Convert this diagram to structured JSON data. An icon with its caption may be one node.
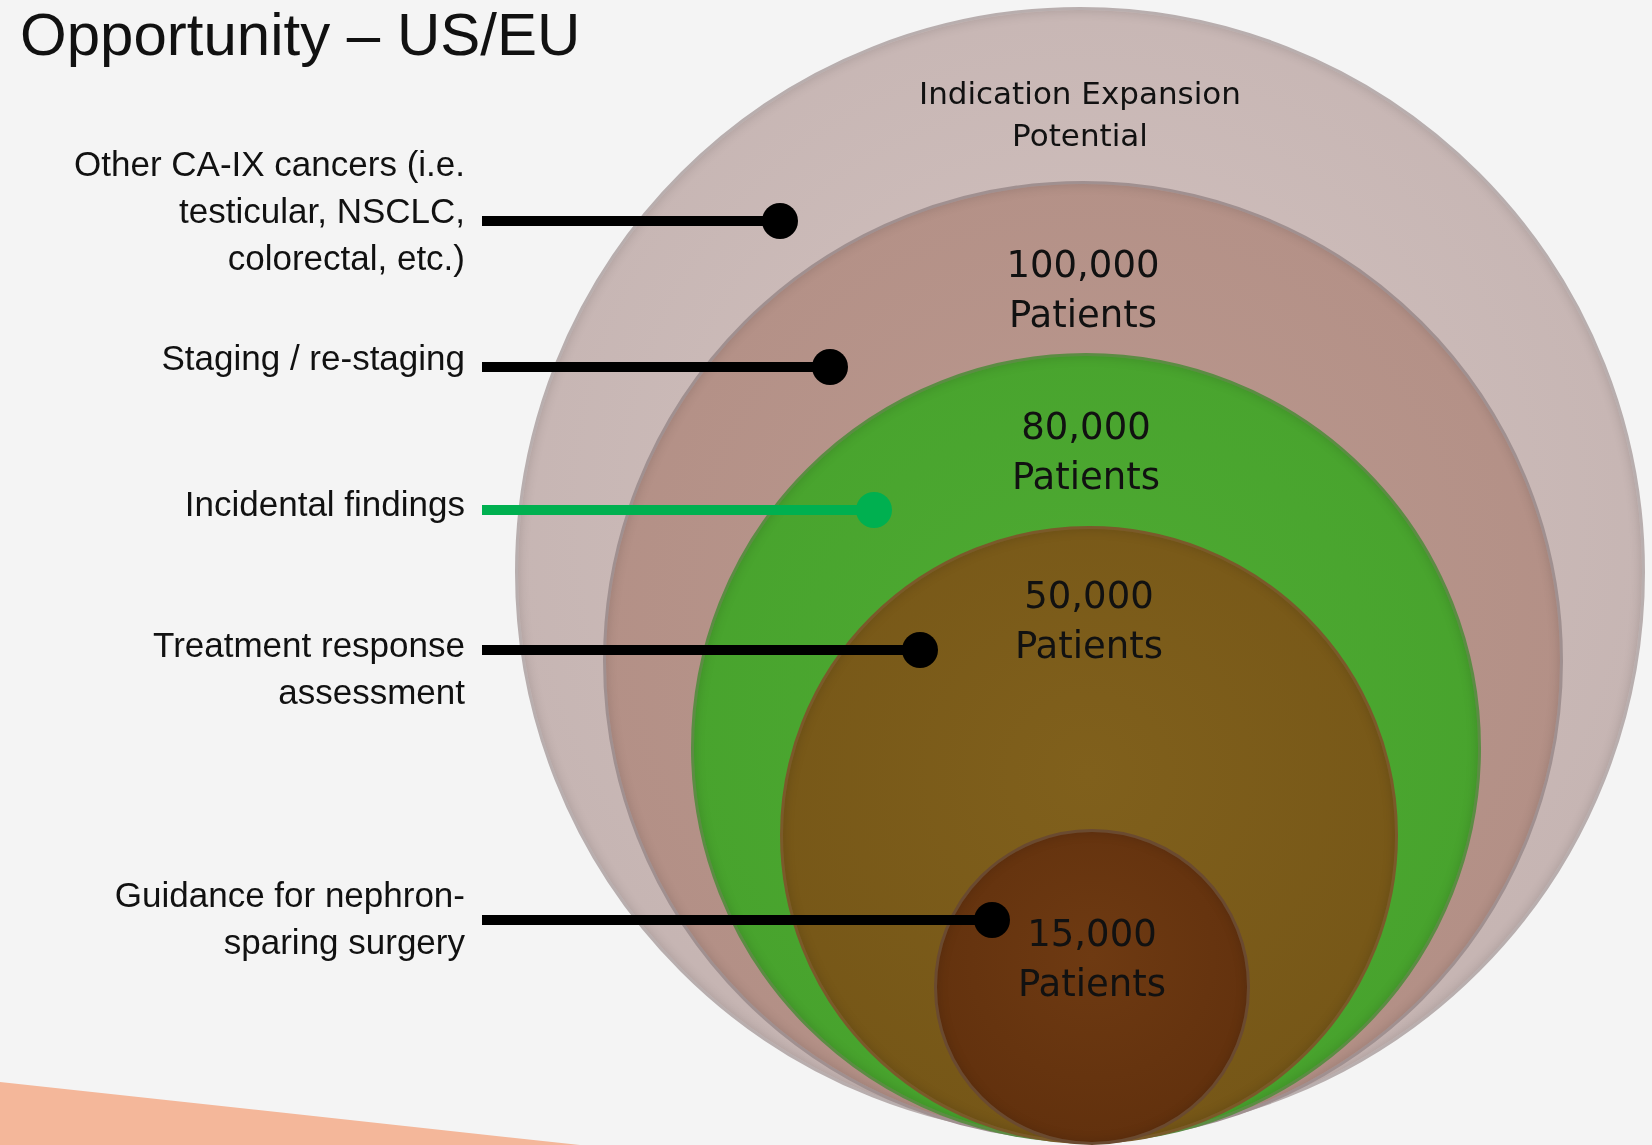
{
  "diagram": {
    "title": "Opportunity – US/EU",
    "nodes": [
      {
        "text": [
          "Indication Expansion Potential"
        ]
      },
      {
        "text": [
          "100,000 Patients"
        ],
        "in": 0
      },
      {
        "text": [
          "80,000 Patients"
        ],
        "in": 1
      },
      {
        "text": [
          "50,000 Patients"
        ],
        "in": 2
      },
      {
        "text": [
          "15,000 Patients"
        ],
        "in": 3
      },
      {
        "text": [
          "Other CA-IX cancers (i.e. testicular, NSCLC, colorectal, etc.)"
        ]
      },
      {
        "text": [
          "Staging / re-staging"
        ]
      },
      {
        "text": [
          "Incidental findings"
        ]
      },
      {
        "text": [
          "Treatment response assessment"
        ]
      },
      {
        "text": [
          "Guidance for nephron-sparing surgery"
        ]
      }
    ],
    "edges": [
      {
        "from": 5,
        "to": 0,
        "arrow": "other"
      },
      {
        "from": 6,
        "to": 1,
        "arrow": "other"
      },
      {
        "from": 7,
        "to": 2,
        "arrow": "other",
        "color": "#00b050"
      },
      {
        "from": 8,
        "to": 3,
        "arrow": "other"
      },
      {
        "from": 9,
        "to": 4,
        "arrow": "other"
      }
    ]
  }
}
